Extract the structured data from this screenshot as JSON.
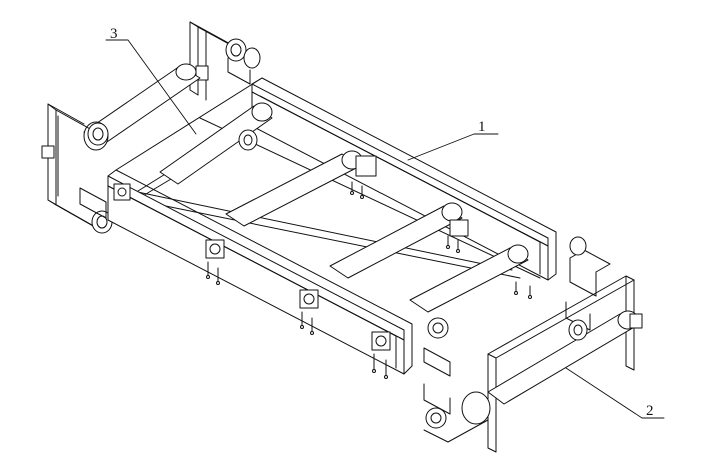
{
  "labels": {
    "part1": "1",
    "part2": "2",
    "part3": "3"
  },
  "colors": {
    "line": "#111111",
    "background": "#ffffff"
  }
}
